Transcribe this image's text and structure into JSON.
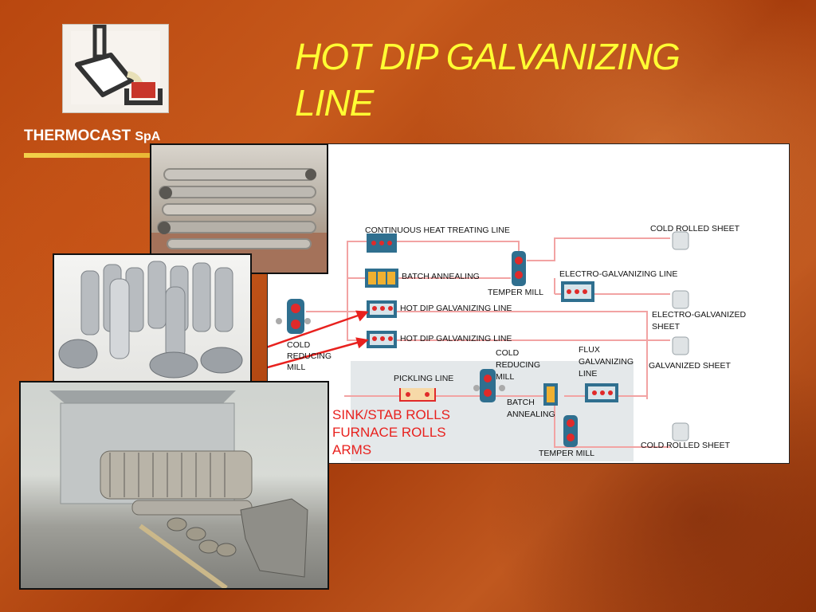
{
  "slide": {
    "title_line1": "HOT DIP GALVANIZING",
    "title_line2": "LINE",
    "brand_name": "THERMOCAST",
    "brand_suffix": "SpA"
  },
  "diagram": {
    "labels": {
      "continuous_heat_treating_line": "CONTINUOUS HEAT TREATING LINE",
      "cold_rolled_sheet_top": "COLD ROLLED SHEET",
      "batch_annealing_top": "BATCH ANNEALING",
      "temper_mill_top": "TEMPER MILL",
      "electro_galvanizing_line": "ELECTRO-GALVANIZING LINE",
      "hot_dip_line_1": "HOT DIP GALVANIZING LINE",
      "electro_galvanized_sheet_1": "ELECTRO-GALVANIZED",
      "electro_galvanized_sheet_2": "SHEET",
      "hot_dip_line_2": "HOT DIP GALVANIZING LINE",
      "cold_reducing_mill_left_1": "COLD",
      "cold_reducing_mill_left_2": "REDUCING",
      "cold_reducing_mill_left_3": "MILL",
      "cold_reducing_mill_mid_1": "COLD",
      "cold_reducing_mill_mid_2": "REDUCING",
      "cold_reducing_mill_mid_3": "MILL",
      "flux_galvanizing_1": "FLUX",
      "flux_galvanizing_2": "GALVANIZING",
      "flux_galvanizing_3": "LINE",
      "galvanized_sheet": "GALVANIZED SHEET",
      "pickling_line": "PICKLING LINE",
      "batch_annealing_bottom_1": "BATCH",
      "batch_annealing_bottom_2": "ANNEALING",
      "cold_rolled_sheet_bottom": "COLD ROLLED SHEET",
      "temper_mill_bottom": "TEMPER MILL"
    },
    "products": {
      "line1": "SINK/STAB ROLLS",
      "line2": "FURNACE ROLLS",
      "line3": "ARMS"
    }
  },
  "colors": {
    "title": "#ffff33",
    "brand_rule": "#f3d24a",
    "annotation_red": "#e8211e",
    "flow_line": "#f2a3a3",
    "equipment_blue": "#2f6f8f"
  }
}
